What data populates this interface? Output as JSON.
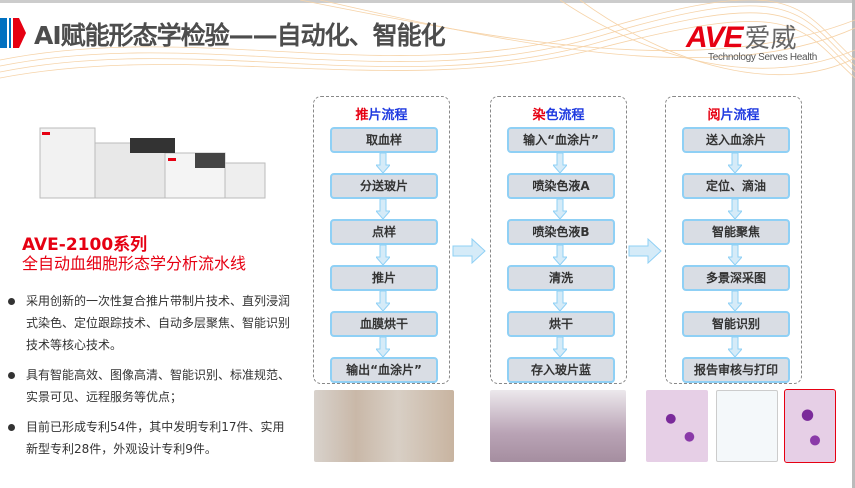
{
  "header": {
    "title": "AI赋能形态学检验——自动化、智能化",
    "logo_text": "AVE",
    "logo_cn": "爱威",
    "tagline": "Technology Serves Health"
  },
  "product": {
    "model": "AVE-2100系列",
    "subtitle": "全自动血细胞形态学分析流水线"
  },
  "bullets": [
    "采用创新的一次性复合推片带制片技术、直列浸润式染色、定位跟踪技术、自动多层聚焦、智能识别技术等核心技术。",
    "具有智能高效、图像高清、智能识别、标准规范、实景可见、远程服务等优点；",
    "目前已形成专利54件，其中发明专利17件、实用新型专利28件，外观设计专利9件。"
  ],
  "columns": [
    {
      "title_first": "推",
      "title_rest": "片流程",
      "steps": [
        "取血样",
        "分送玻片",
        "点样",
        "推片",
        "血膜烘干",
        "输出“血涂片”"
      ]
    },
    {
      "title_first": "染",
      "title_rest": "色流程",
      "steps": [
        "输入“血涂片”",
        "喷染色液A",
        "喷染色液B",
        "清洗",
        "烘干",
        "存入玻片蓝"
      ]
    },
    {
      "title_first": "阅",
      "title_rest": "片流程",
      "steps": [
        "送入血涂片",
        "定位、滴油",
        "智能聚焦",
        "多景深采图",
        "智能识别",
        "报告审核与打印"
      ]
    }
  ],
  "colors": {
    "accent_red": "#e60012",
    "blue": "#1f3ae0",
    "box_border": "#8fd0f5"
  }
}
